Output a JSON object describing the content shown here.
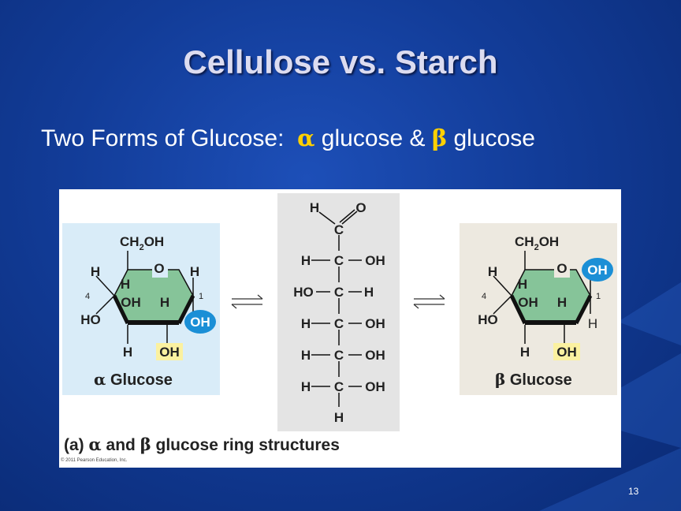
{
  "slide": {
    "title": "Cellulose vs. Starch",
    "subtitle_prefix": "Two Forms of Glucose:",
    "alpha_symbol": "α",
    "alpha_word": "glucose &",
    "beta_symbol": "β",
    "beta_word": "glucose",
    "page_number": "13"
  },
  "figure": {
    "alpha_panel": {
      "label_symbol": "α",
      "label_word": "Glucose",
      "ch2oh": "CH",
      "ch2oh_sub": "2",
      "ch2oh_end": "OH",
      "ring_o": "O",
      "h_top_left": "H",
      "h_top_right": "H",
      "num_4": "4",
      "num_1": "1",
      "h_inner": "H",
      "oh_inner": "OH",
      "h_inner_right": "H",
      "ho_left": "HO",
      "oh_anomeric": "OH",
      "h_bottom": "H",
      "oh_bottom": "OH"
    },
    "beta_panel": {
      "label_symbol": "β",
      "label_word": "Glucose",
      "ch2oh": "CH",
      "ch2oh_sub": "2",
      "ch2oh_end": "OH",
      "ring_o": "O",
      "oh_anomeric": "OH",
      "h_top_left": "H",
      "num_4": "4",
      "num_1": "1",
      "h_inner": "H",
      "oh_inner": "OH",
      "h_inner_right": "H",
      "ho_left": "HO",
      "h_anomeric": "H",
      "h_bottom": "H",
      "oh_bottom": "OH"
    },
    "linear": {
      "top_h": "H",
      "top_o": "O",
      "c1": "C",
      "row2": [
        "H",
        "C",
        "OH"
      ],
      "row3": [
        "HO",
        "C",
        "H"
      ],
      "row4": [
        "H",
        "C",
        "OH"
      ],
      "row5": [
        "H",
        "C",
        "OH"
      ],
      "row6": [
        "H",
        "C",
        "OH"
      ],
      "bottom_h": "H"
    },
    "caption_prefix": "(a)",
    "caption_alpha": "α",
    "caption_and": "and",
    "caption_beta": "β",
    "caption_rest": "glucose ring structures",
    "copyright": "© 2011 Pearson Education, Inc.",
    "colors": {
      "alpha_bg": "#d9ecf8",
      "beta_bg": "#ede9e0",
      "linear_bg": "#e4e4e4",
      "ring_fill": "#86c499",
      "oh_highlight_blue": "#1b8fd6",
      "oh_highlight_yellow": "#fbf1a0"
    }
  }
}
